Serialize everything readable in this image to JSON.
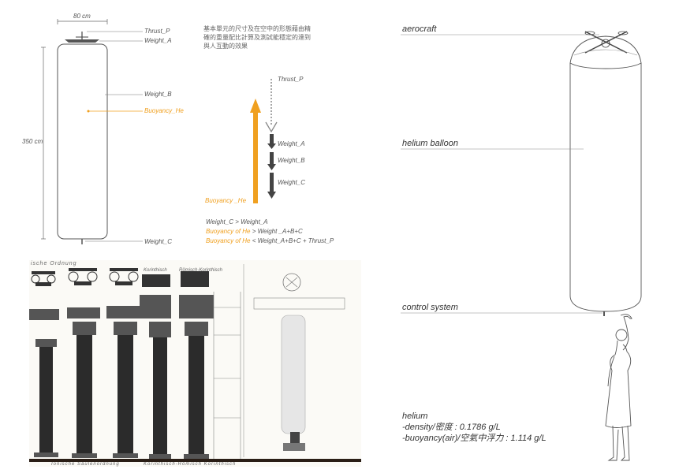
{
  "left_diagram": {
    "width_dim": "80 cm",
    "height_dim": "350 cm",
    "labels": {
      "thrust_p": "Thrust_P",
      "weight_a": "Weight_A",
      "weight_b": "Weight_B",
      "buoyancy_he": "Buoyancy_He",
      "weight_c": "Weight_C"
    }
  },
  "force_diagram": {
    "description": "基本單元的尺寸及在空中的形態藉由精確的重量配比計算及測試能穩定的達到與人互動的效果",
    "labels": {
      "thrust_p": "Thrust_P",
      "weight_a": "Weight_A",
      "weight_b": "Weight_B",
      "weight_c": "Weight_C",
      "buoyancy_he": "Buoyancy _He"
    },
    "equations": {
      "eq1": "Weight_C > Weight_A",
      "eq2_orange": "Buoyancy of He",
      "eq2_rest": " > Weight _A+B+C",
      "eq3_orange": "Buoyancy of He",
      "eq3_rest": " < Weight_A+B+C + Thrust_P"
    },
    "colors": {
      "buoyancy": "#f0a020",
      "weight": "#555555"
    }
  },
  "right_diagram": {
    "aerocraft": "aerocraft",
    "helium_balloon": "helium balloon",
    "control_system": "control system"
  },
  "helium": {
    "title": "helium",
    "density": "-density/密度 : 0.1786 g/L",
    "buoyancy": "-buoyancy(air)/空氣中浮力 : 1.114 g/L"
  },
  "plate": {
    "header_left": "ische Ordnung",
    "header_mid": "Korinthisch",
    "header_right": "Römisch-Korinthisch",
    "footer_left": "Ionische Säulenordnung",
    "footer_right": "Korinthisch-Römisch Korinthisch"
  }
}
